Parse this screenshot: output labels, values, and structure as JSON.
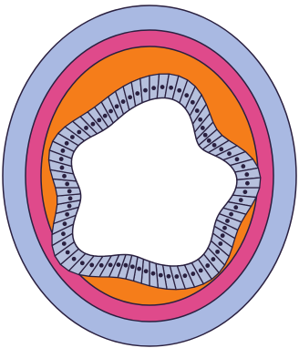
{
  "figure": {
    "layers": [
      {
        "name": "outer-layer",
        "color": "#a9b9e2"
      },
      {
        "name": "middle-layer",
        "color": "#df4a8b"
      },
      {
        "name": "inner-layer",
        "color": "#f57d1a"
      },
      {
        "name": "epithelium-cell",
        "color": "#b6c0dd"
      },
      {
        "name": "lumen",
        "color": "#ffffff"
      }
    ],
    "outline_color": "#2a2040",
    "cell_count": 72
  }
}
